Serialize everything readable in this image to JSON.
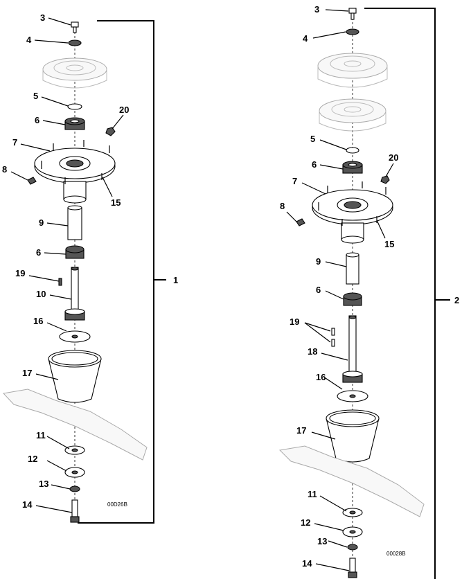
{
  "left_assembly": {
    "assembly_number": "1",
    "drawing_code": "00D26B",
    "labels": {
      "l3": "3",
      "l4": "4",
      "l5": "5",
      "l6a": "6",
      "l20": "20",
      "l7": "7",
      "l8": "8",
      "l15": "15",
      "l9": "9",
      "l6b": "6",
      "l19": "19",
      "l10": "10",
      "l16": "16",
      "l17": "17",
      "l11": "11",
      "l12": "12",
      "l13": "13",
      "l14": "14"
    }
  },
  "right_assembly": {
    "assembly_number": "2",
    "drawing_code": "00028B",
    "labels": {
      "l3": "3",
      "l4": "4",
      "l5": "5",
      "l6a": "6",
      "l20": "20",
      "l7": "7",
      "l8": "8",
      "l15": "15",
      "l9": "9",
      "l6b": "6",
      "l19": "19",
      "l18": "18",
      "l16": "16",
      "l17": "17",
      "l11": "11",
      "l12": "12",
      "l13": "13",
      "l14": "14"
    }
  }
}
